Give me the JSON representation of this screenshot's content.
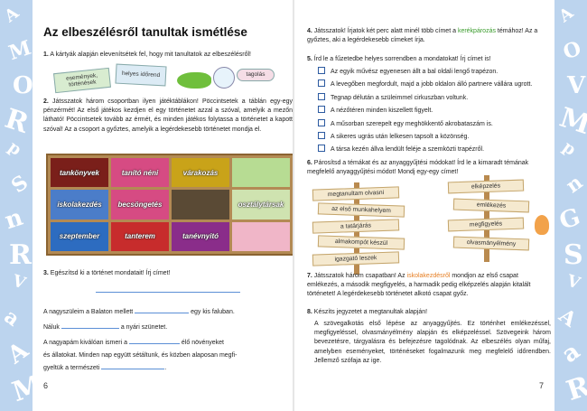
{
  "left_page": {
    "title": "Az elbeszélésről tanultak ismétlése",
    "task1": {
      "num": "1.",
      "text": "A kártyák alapján elevenítsétek fel, hogy mit tanultatok az elbeszélésről!"
    },
    "tags": [
      "események, történések",
      "helyes időrend",
      "tagolás"
    ],
    "task2": {
      "num": "2.",
      "text": "Játsszatok három csoportban ilyen játéktáblákon! Pöccintsetek a táblán egy-egy pénzérmét! Az első játékos kezdjen el egy történetet azzal a szóval, amelyik a mezőn látható! Pöccintsetek tovább az érmét, és minden játékos folytassa a történetet a kapott szóval! Az a csoport a győztes, amelyik a legérdekesebb történetet mondja el."
    },
    "board": [
      "tankönyvek",
      "tanító néni",
      "várakozás",
      "",
      "iskolakezdés",
      "becsöngetés",
      "",
      "osztálytársak",
      "szeptember",
      "tanterem",
      "tanévnyitó",
      ""
    ],
    "task3": {
      "num": "3.",
      "text": "Egészítsd ki a történet mondatait! Írj címet!"
    },
    "lines": [
      {
        "a": "A nagyszüleim a Balaton mellett",
        "b": "egy kis faluban."
      },
      {
        "a": "Náluk",
        "b": "a nyári szünetet."
      },
      {
        "a": "A nagyapám kiválóan ismeri a",
        "b": "élő növényeket"
      },
      {
        "a": "és állatokat. Minden nap együtt sétáltunk, és közben alaposan megfi-",
        "b": ""
      },
      {
        "a": "gyeltük a természeti",
        "b": "."
      }
    ],
    "page_num": "6"
  },
  "right_page": {
    "task4": {
      "num": "4.",
      "pre": "Játsszatok! Írjatok két perc alatt minél több címet a",
      "hl": "kerékpározás",
      "post": "témához! Az a győztes, aki a legérdekesebb címeket írja."
    },
    "task5": {
      "num": "5.",
      "text": "Írd le a fűzetedbe helyes sorrendben a mondatokat! Írj címet is!"
    },
    "sentences": [
      "Az egyik művész egyenesen állt a bal oldali lengő trapézon.",
      "A levegőben megfordult, majd a jobb oldalon álló partnere vállára ugrott.",
      "Tegnap délután a szüleimmel cirkuszban voltunk.",
      "A nézőtéren minden kiszellett figyelt.",
      "A műsorban szerepelt egy meghökkentő akrobataszám is.",
      "A sikeres ugrás után lelkesen tapsolt a közönség.",
      "A társa kezén állva lendült feléje a szemközti trapézről."
    ],
    "task6": {
      "num": "6.",
      "text": "Párosítsd a témákat és az anyaggyűjtési módokat! Írd le a kimaradt témának megfelelő anyaggyűjtési módot! Mondj egy-egy címet!"
    },
    "left_signs": [
      "megtanultam olvasni",
      "az első munkahelyem",
      "a tatárjárás",
      "almakompót készül",
      "igazgató leszek"
    ],
    "right_signs": [
      "elképzelés",
      "emlékezés",
      "megfigyelés",
      "olvasmányélmény"
    ],
    "task7": {
      "num": "7.",
      "pre": "Játsszatok három csapatban! Az",
      "hl": "iskolakezdésről",
      "post": "mondjon az első csapat emlékezés, a második megfigyelés, a harmadik pedig elképzelés alapján kitalált történetet! A legérdekesebb történetet alkotó csapat győz."
    },
    "task8": {
      "num": "8.",
      "title": "Készíts jegyzetet a megtanultak alapján!",
      "text": "A szövegalkotás első lépése az anyaggyűjtés. Ez történhet emlékezéssel, megfigyeléssel, olvasmányélmény alapján és elképzeléssel. Szövegeink három bevezetésre, tárgyalásra és befejezésre tagolódnak. Az elbeszélés olyan műfaj, amelyben eseményeket, történéseket fogalmazunk meg megfelelő időrendben. Jellemző szófaja az ige."
    },
    "page_num": "7"
  },
  "left_strip_letters": [
    "A",
    "M",
    "O",
    "R",
    "p",
    "S",
    "n",
    "R",
    "V",
    "a",
    "A",
    "M"
  ],
  "right_strip_letters": [
    "A",
    "O",
    "V",
    "M",
    "p",
    "n",
    "G",
    "S",
    "V",
    "A",
    "a",
    "R"
  ]
}
